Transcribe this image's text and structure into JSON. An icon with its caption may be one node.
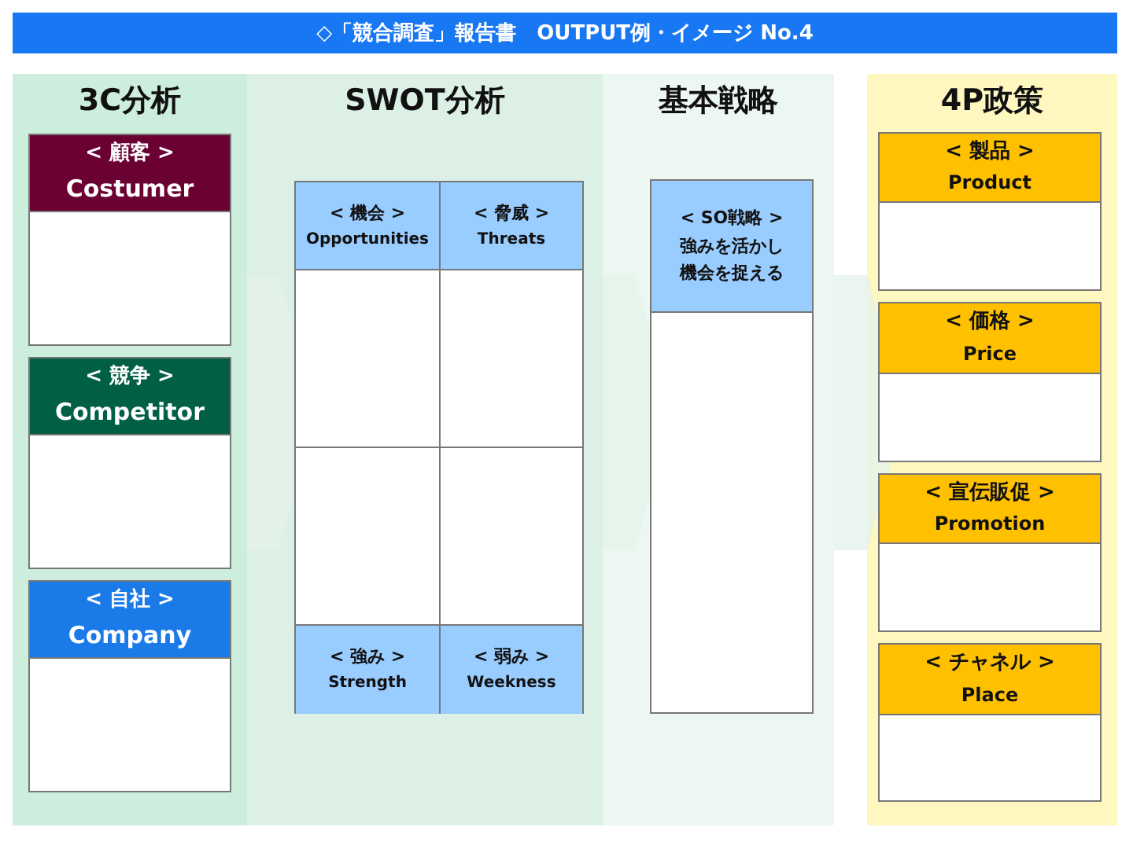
{
  "diagram": {
    "title": "◇「競合調査」報告書　OUTPUT例・イメージ No.4",
    "nodes": [
      {
        "text": [
          "3C分析"
        ]
      },
      {
        "text": [
          "< 顧客 >",
          "Costumer"
        ],
        "in": 0
      },
      {
        "text": [
          "< 競争 >",
          "Competitor"
        ],
        "in": 0
      },
      {
        "text": [
          "< 自社 >",
          "Company"
        ],
        "in": 0
      },
      {
        "text": [
          "SWOT分析"
        ]
      },
      {
        "text": [
          "< 機会 >",
          "Opportunities"
        ],
        "in": 4
      },
      {
        "text": [
          "< 脅威 >",
          "Threats"
        ],
        "in": 4
      },
      {
        "text": [],
        "shape": "box",
        "in": 4
      },
      {
        "text": [],
        "shape": "box",
        "in": 4
      },
      {
        "text": [],
        "shape": "box",
        "in": 4
      },
      {
        "text": [],
        "shape": "box",
        "in": 4
      },
      {
        "text": [
          "< 強み >",
          "Strength"
        ],
        "in": 4
      },
      {
        "text": [
          "< 弱み >",
          "Weekness"
        ],
        "in": 4
      },
      {
        "text": [
          "基本戦略"
        ]
      },
      {
        "text": [
          "< SO戦略 >",
          "強みを活かし機会を捉える"
        ],
        "in": 13
      },
      {
        "text": [
          "4P政策"
        ]
      },
      {
        "text": [
          "< 製品 >",
          "Product"
        ],
        "in": 15
      },
      {
        "text": [
          "< 価格 >",
          "Price"
        ],
        "in": 15
      },
      {
        "text": [
          "< 宣伝販促 >",
          "Promotion"
        ],
        "in": 15
      },
      {
        "text": [
          "< チャネル >",
          "Place"
        ],
        "in": 15
      }
    ],
    "edges": [
      {
        "from": 0,
        "to": 4,
        "arrow": "to"
      },
      {
        "from": 4,
        "to": 13,
        "arrow": "to"
      },
      {
        "from": 13,
        "to": 15,
        "arrow": "to"
      }
    ]
  }
}
